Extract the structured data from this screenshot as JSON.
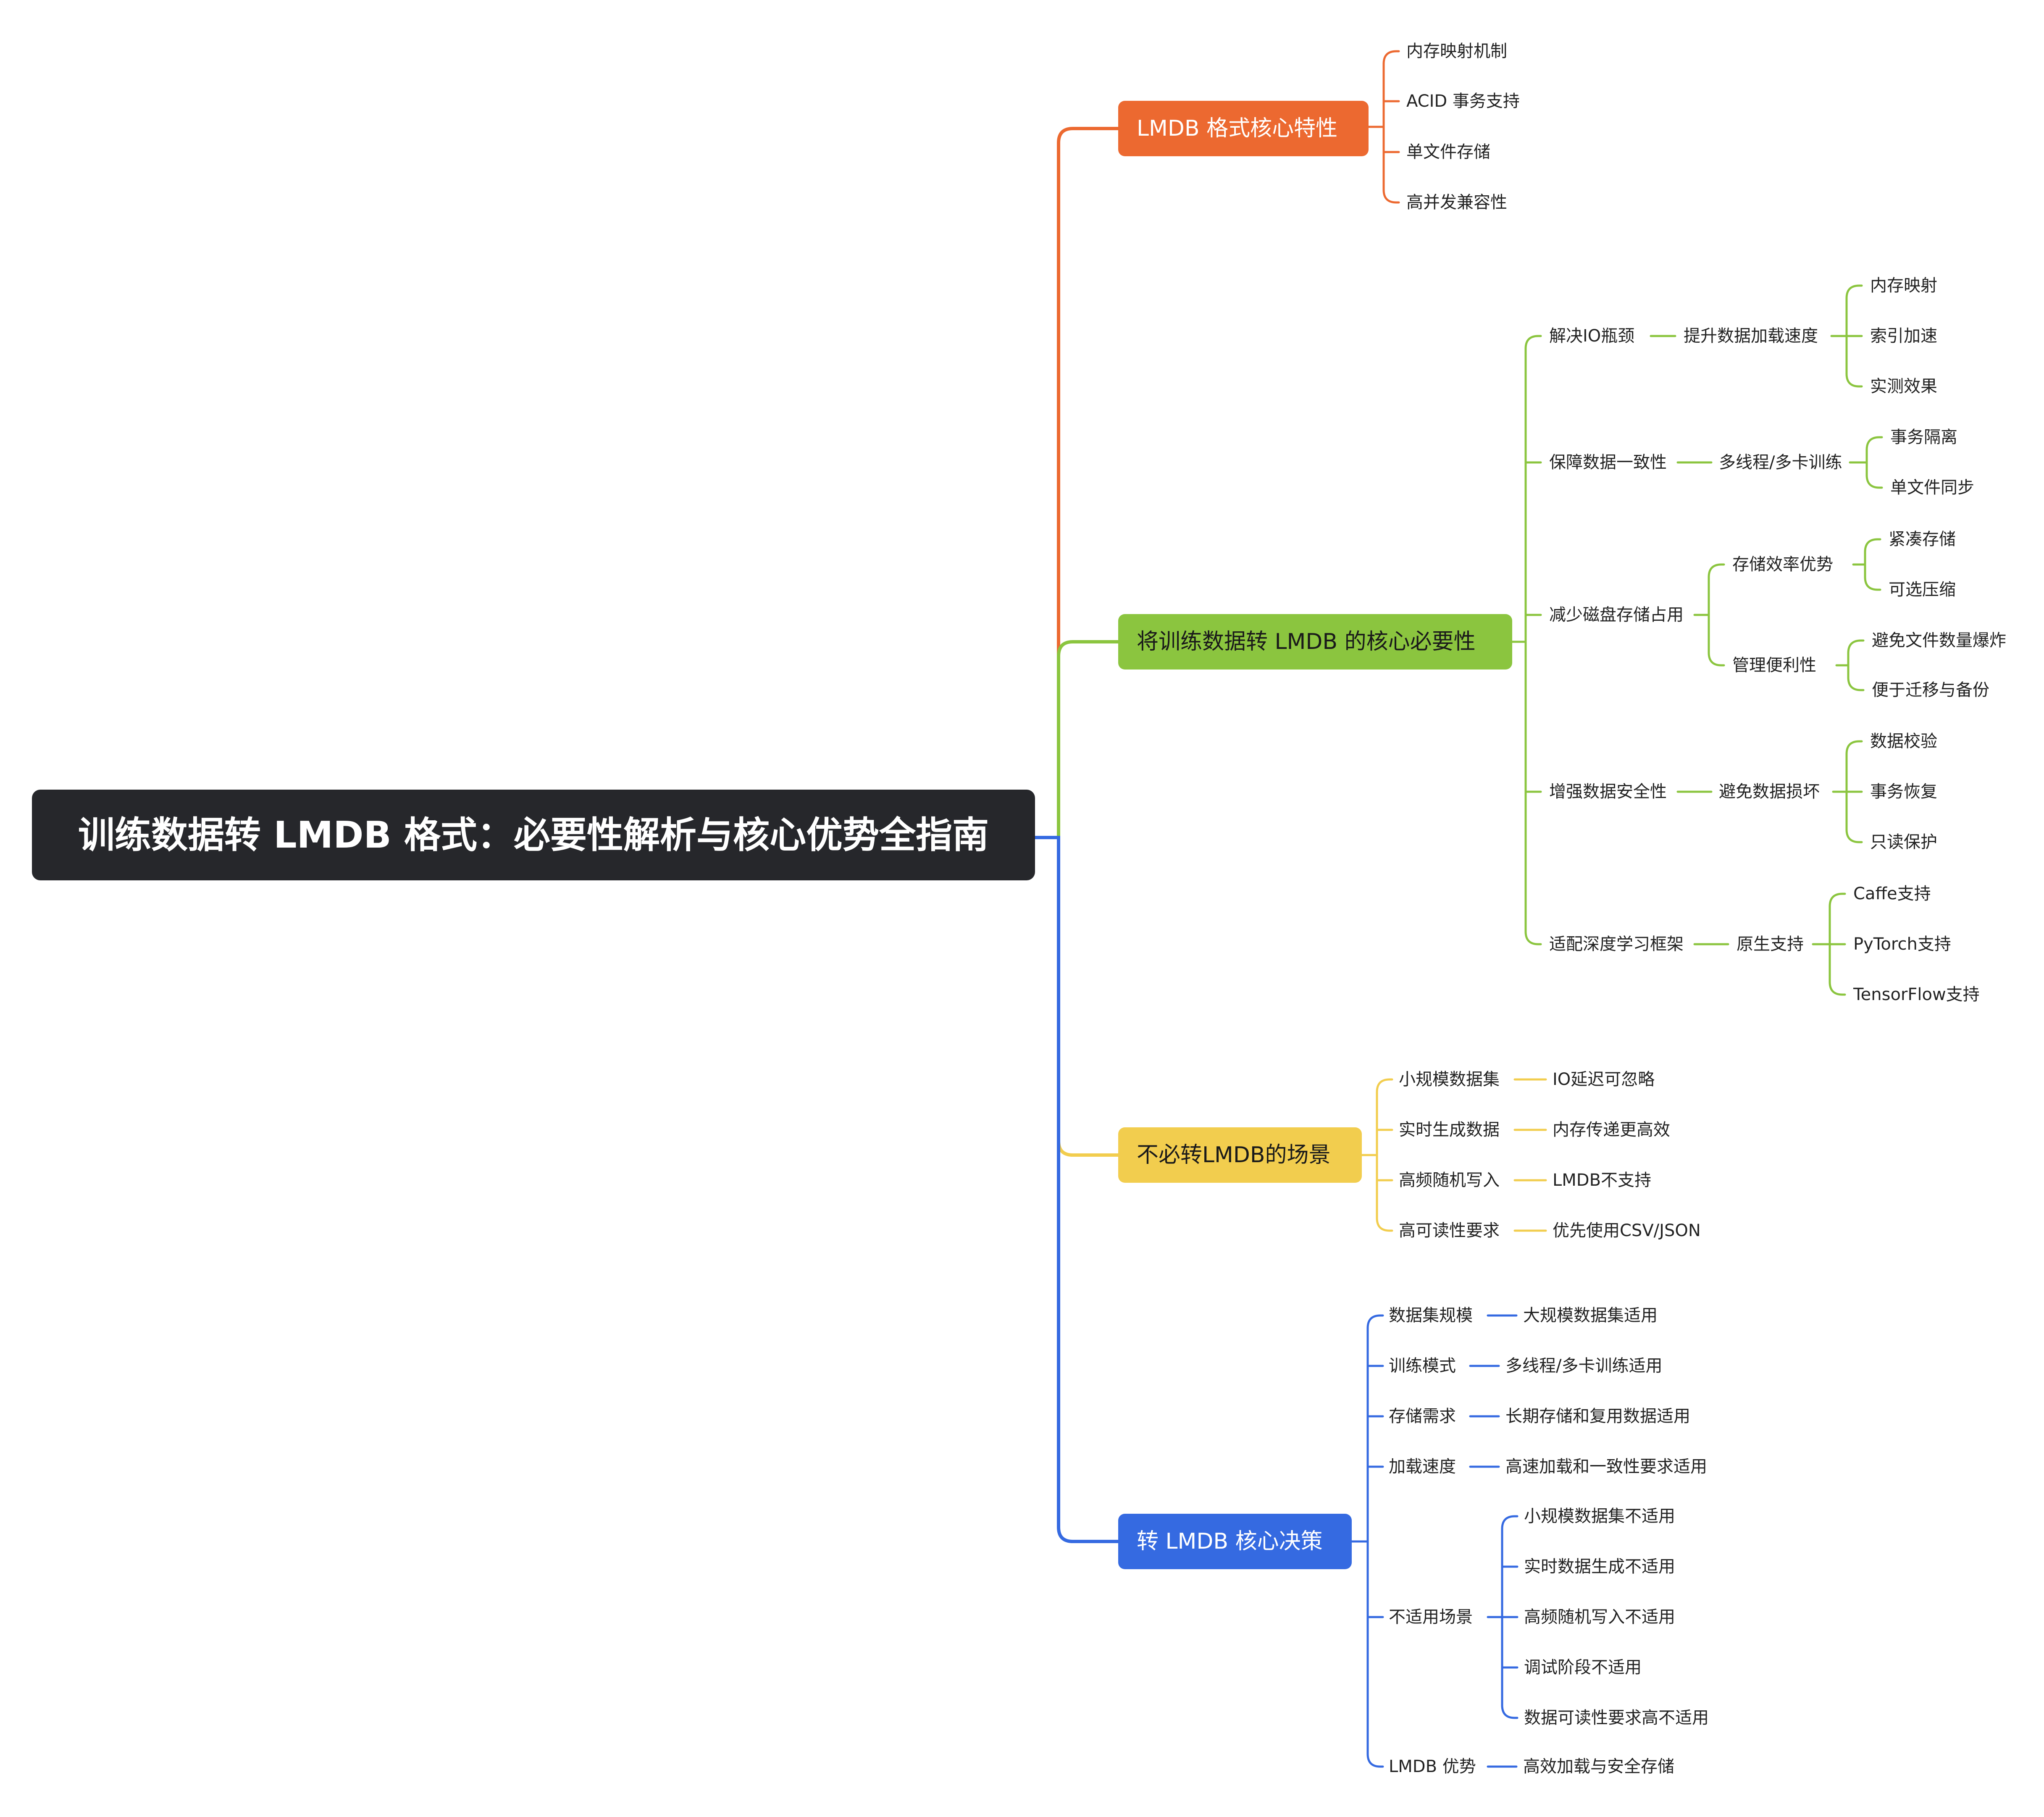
{
  "root": {
    "label": "训练数据转 LMDB 格式：必要性解析与核心优势全指南"
  },
  "colors": {
    "root_bg": "#26272b",
    "orange": "#ec6930",
    "green": "#8bc53f",
    "yellow": "#f2cd4e",
    "blue": "#356ae1"
  },
  "branches": {
    "features": {
      "label": "LMDB 格式核心特性",
      "items": [
        "内存映射机制",
        "ACID 事务支持",
        "单文件存储",
        "高并发兼容性"
      ]
    },
    "necessity": {
      "label": "将训练数据转 LMDB 的核心必要性",
      "io": {
        "label": "解决IO瓶颈",
        "sub": "提升数据加载速度",
        "items": [
          "内存映射",
          "索引加速",
          "实测效果"
        ]
      },
      "consistency": {
        "label": "保障数据一致性",
        "sub": "多线程/多卡训练",
        "items": [
          "事务隔离",
          "单文件同步"
        ]
      },
      "disk": {
        "label": "减少磁盘存储占用",
        "efficiency": {
          "label": "存储效率优势",
          "items": [
            "紧凑存储",
            "可选压缩"
          ]
        },
        "management": {
          "label": "管理便利性",
          "items": [
            "避免文件数量爆炸",
            "便于迁移与备份"
          ]
        }
      },
      "safety": {
        "label": "增强数据安全性",
        "sub": "避免数据损坏",
        "items": [
          "数据校验",
          "事务恢复",
          "只读保护"
        ]
      },
      "frameworks": {
        "label": "适配深度学习框架",
        "sub": "原生支持",
        "items": [
          "Caffe支持",
          "PyTorch支持",
          "TensorFlow支持"
        ]
      }
    },
    "not_needed": {
      "label": "不必转LMDB的场景",
      "pairs": [
        {
          "label": "小规模数据集",
          "value": "IO延迟可忽略"
        },
        {
          "label": "实时生成数据",
          "value": "内存传递更高效"
        },
        {
          "label": "高频随机写入",
          "value": "LMDB不支持"
        },
        {
          "label": "高可读性要求",
          "value": "优先使用CSV/JSON"
        }
      ]
    },
    "decision": {
      "label": "转 LMDB 核心决策",
      "pairs": [
        {
          "label": "数据集规模",
          "value": "大规模数据集适用"
        },
        {
          "label": "训练模式",
          "value": "多线程/多卡训练适用"
        },
        {
          "label": "存储需求",
          "value": "长期存储和复用数据适用"
        },
        {
          "label": "加载速度",
          "value": "高速加载和一致性要求适用"
        }
      ],
      "unsuitable": {
        "label": "不适用场景",
        "items": [
          "小规模数据集不适用",
          "实时数据生成不适用",
          "高频随机写入不适用",
          "调试阶段不适用",
          "数据可读性要求高不适用"
        ]
      },
      "advantage": {
        "label": "LMDB 优势",
        "value": "高效加载与安全存储"
      }
    }
  }
}
